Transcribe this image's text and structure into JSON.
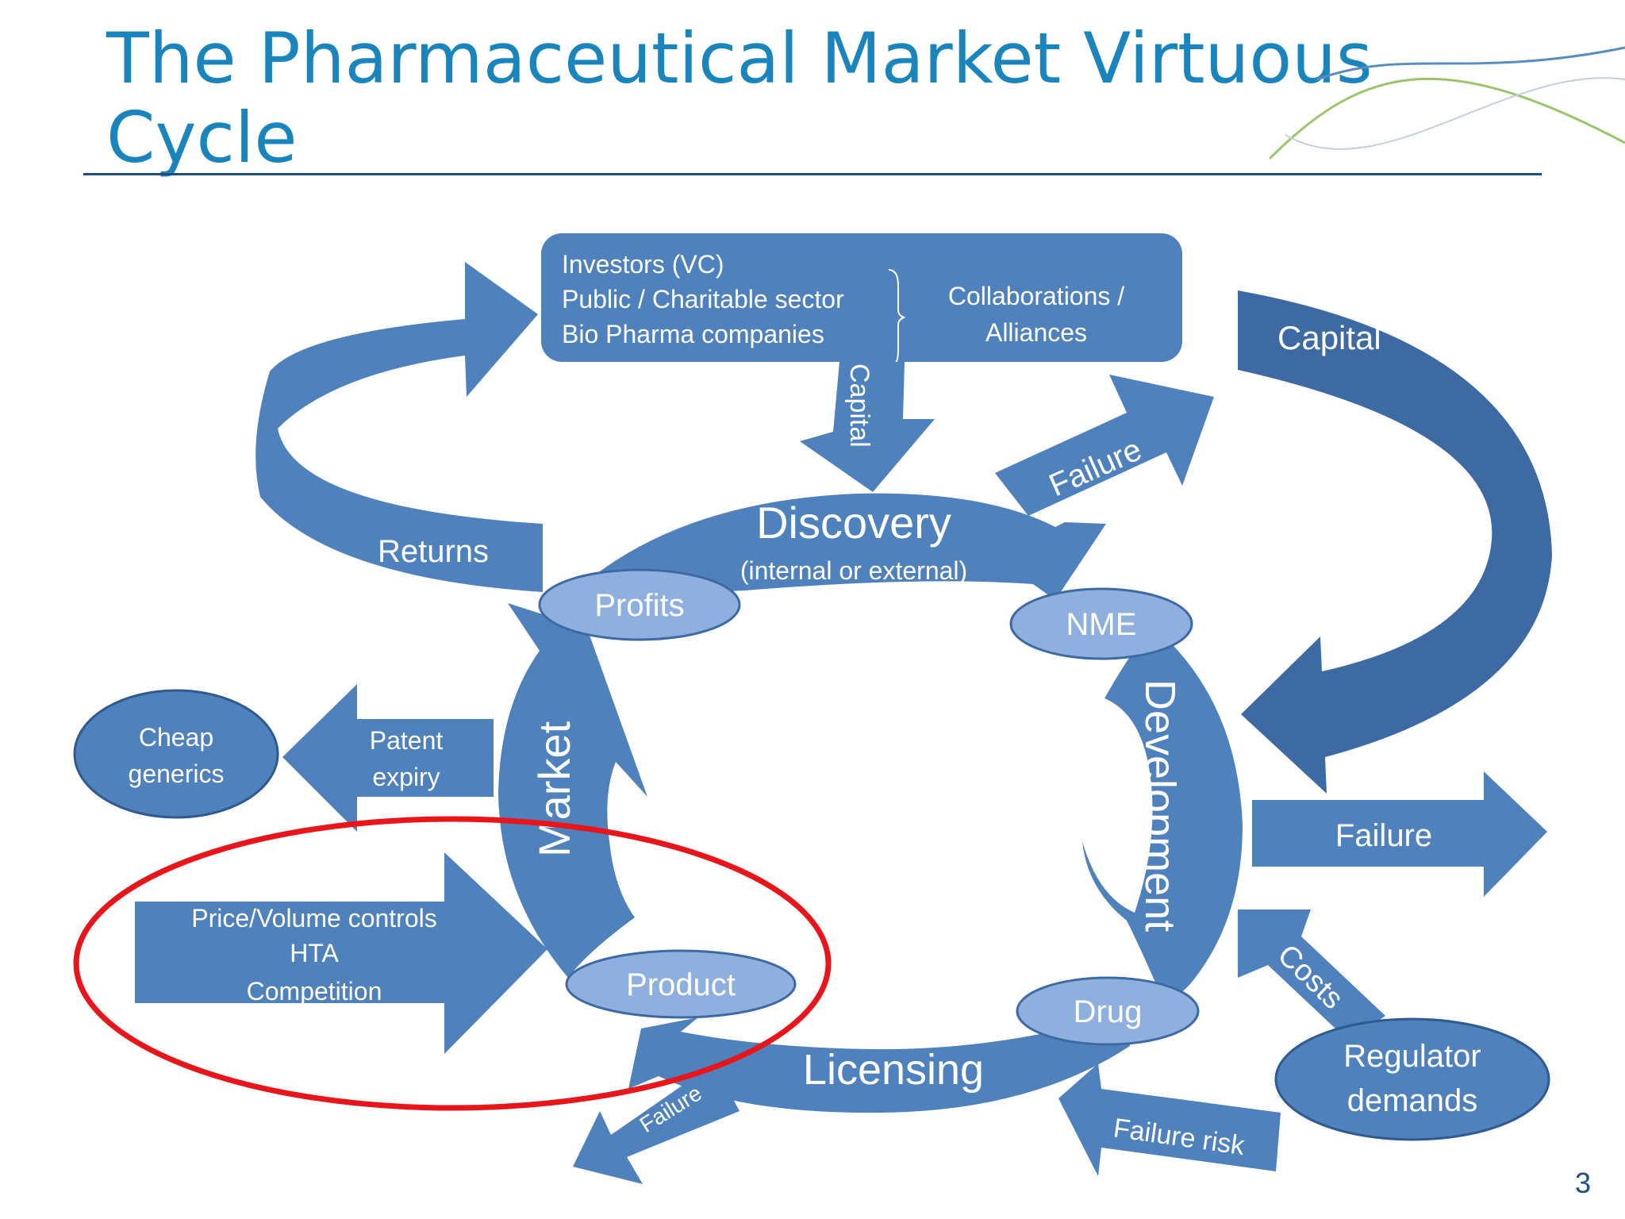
{
  "title": "The Pharmaceutical Market Virtuous Cycle",
  "page_number": "3",
  "colors": {
    "title": "#1a85bd",
    "arrow_fill": "#4f81bd",
    "arrow_dark": "#3d6aa3",
    "ellipse_fill": "#8fb0df",
    "highlight_ring": "#e8161b",
    "rule": "#1e4f7a"
  },
  "funders": {
    "line1": "Investors (VC)",
    "line2": "Public / Charitable sector",
    "line3": "Bio Pharma companies",
    "collab_line1": "Collaborations /",
    "collab_line2": "Alliances"
  },
  "arrows": {
    "capital_down": "Capital",
    "capital_side": "Capital",
    "returns": "Returns",
    "failure_top": "Failure",
    "failure_right": "Failure",
    "failure_bottom": "Failure",
    "costs": "Costs",
    "failure_risk": "Failure risk",
    "patent_line1": "Patent",
    "patent_line2": "expiry",
    "controls_line1": "Price/Volume  controls",
    "controls_line2": "HTA",
    "controls_line3": "Competition"
  },
  "stages": {
    "discovery": "Discovery",
    "discovery_sub": "(internal or external)",
    "development": "Development",
    "licensing": "Licensing",
    "market": "Market"
  },
  "nodes": {
    "profits": "Profits",
    "nme": "NME",
    "drug": "Drug",
    "product": "Product",
    "cheap_line1": "Cheap",
    "cheap_line2": "generics",
    "regulator_line1": "Regulator",
    "regulator_line2": "demands"
  }
}
